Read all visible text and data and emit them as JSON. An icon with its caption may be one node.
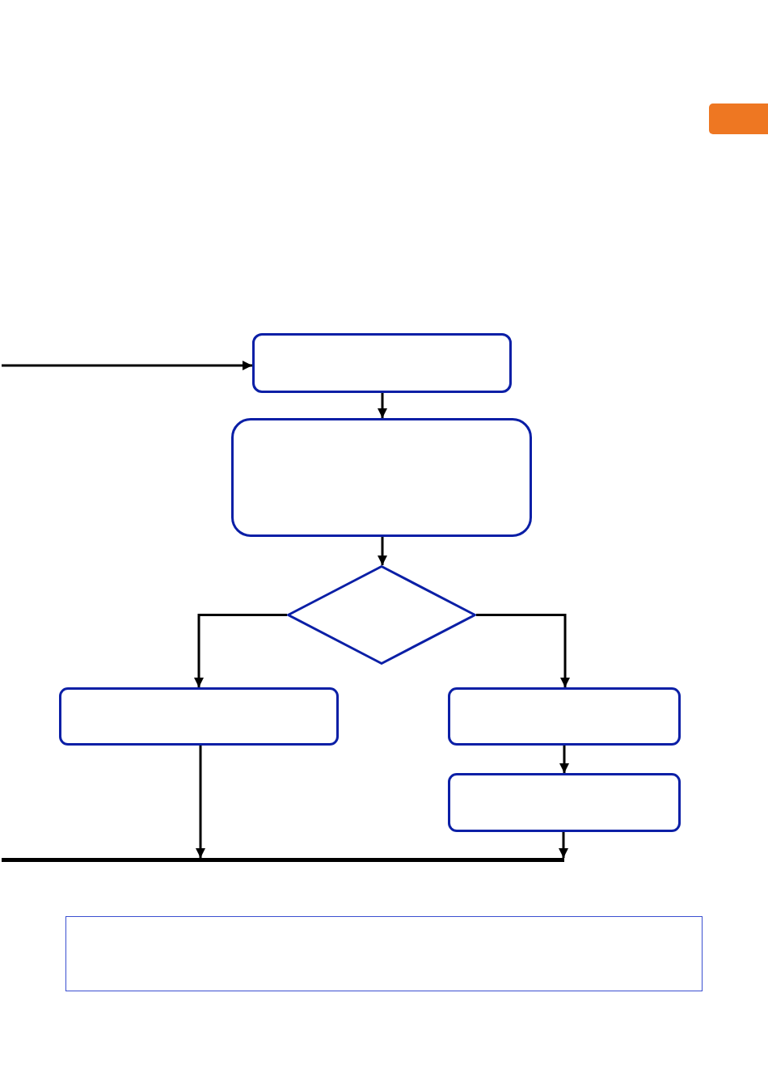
{
  "diagram": {
    "nodes": [
      {
        "text": [],
        "shape": "box"
      },
      {
        "text": [],
        "shape": "box"
      },
      {
        "text": [],
        "shape": "diamond"
      },
      {
        "text": [],
        "shape": "box"
      },
      {
        "text": [],
        "shape": "box"
      },
      {
        "text": [],
        "shape": "box"
      },
      {
        "text": [],
        "shape": "bar"
      },
      {
        "text": [],
        "shape": "box"
      }
    ],
    "edges": [
      {
        "from": null,
        "to": 0,
        "arrow": "to"
      },
      {
        "from": 0,
        "to": 1,
        "arrow": "to"
      },
      {
        "from": 1,
        "to": 2,
        "arrow": "to"
      },
      {
        "from": 2,
        "to": 3,
        "arrow": "to"
      },
      {
        "from": 2,
        "to": 4,
        "arrow": "to"
      },
      {
        "from": 4,
        "to": 5,
        "arrow": "to"
      },
      {
        "from": 3,
        "to": 6,
        "arrow": "to"
      },
      {
        "from": 5,
        "to": 6,
        "arrow": "to"
      }
    ]
  }
}
